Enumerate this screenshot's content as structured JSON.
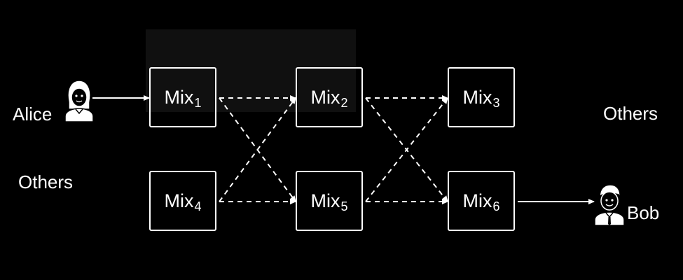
{
  "colors": {
    "background": "#000000",
    "foreground": "#ffffff"
  },
  "sender": {
    "label": "Alice",
    "icon": "woman-avatar-icon"
  },
  "receiver": {
    "label": "Bob",
    "icon": "man-avatar-icon"
  },
  "others_left": "Others",
  "others_right": "Others",
  "mixes": [
    {
      "id": "m1",
      "base": "Mix",
      "sub": "1"
    },
    {
      "id": "m2",
      "base": "Mix",
      "sub": "2"
    },
    {
      "id": "m3",
      "base": "Mix",
      "sub": "3"
    },
    {
      "id": "m4",
      "base": "Mix",
      "sub": "4"
    },
    {
      "id": "m5",
      "base": "Mix",
      "sub": "5"
    },
    {
      "id": "m6",
      "base": "Mix",
      "sub": "6"
    }
  ],
  "edges": [
    {
      "from": "alice",
      "to": "m1",
      "style": "solid"
    },
    {
      "from": "m1",
      "to": "m2",
      "style": "dashed"
    },
    {
      "from": "m1",
      "to": "m5",
      "style": "dashed"
    },
    {
      "from": "m4",
      "to": "m2",
      "style": "dashed"
    },
    {
      "from": "m4",
      "to": "m5",
      "style": "dashed"
    },
    {
      "from": "m2",
      "to": "m3",
      "style": "dashed"
    },
    {
      "from": "m2",
      "to": "m6",
      "style": "dashed"
    },
    {
      "from": "m5",
      "to": "m3",
      "style": "dashed"
    },
    {
      "from": "m5",
      "to": "m6",
      "style": "dashed"
    },
    {
      "from": "m6",
      "to": "bob",
      "style": "solid"
    }
  ]
}
